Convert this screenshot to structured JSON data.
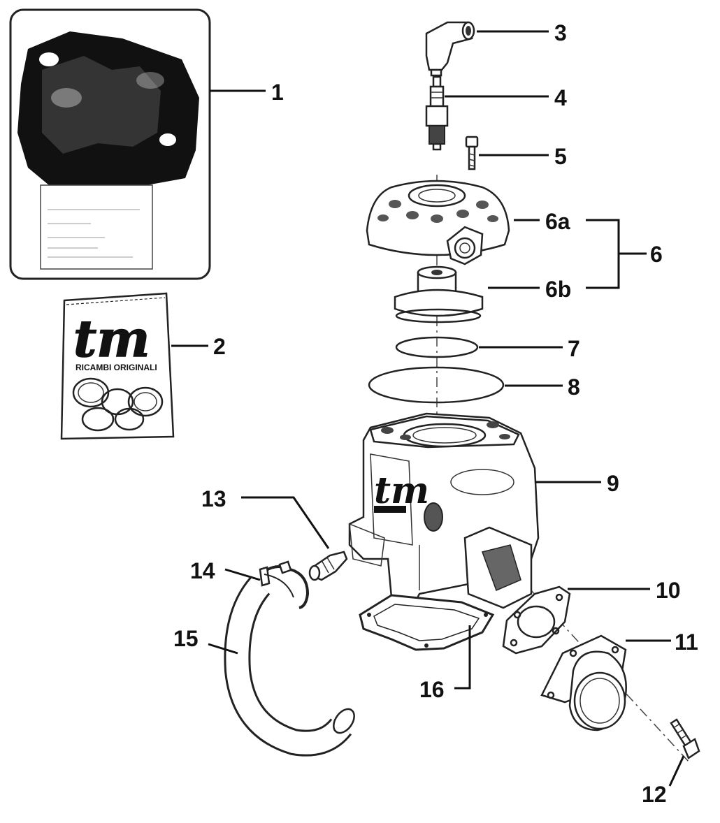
{
  "diagram": {
    "labels": {
      "p1": "1",
      "p2": "2",
      "p3": "3",
      "p4": "4",
      "p5": "5",
      "p6": "6",
      "p6a": "6a",
      "p6b": "6b",
      "p7": "7",
      "p8": "8",
      "p9": "9",
      "p10": "10",
      "p11": "11",
      "p12": "12",
      "p13": "13",
      "p14": "14",
      "p15": "15",
      "p16": "16"
    },
    "package2": {
      "brand": "tm",
      "caption": "RICAMBI ORIGINALI"
    },
    "cylinder_logo": "tm"
  }
}
